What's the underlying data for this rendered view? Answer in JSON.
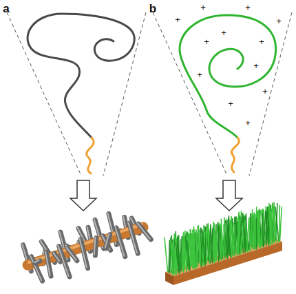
{
  "diagram": {
    "labels": [
      "a",
      "b",
      "+",
      "+",
      "+",
      "+",
      "+",
      "+",
      "+",
      "+",
      "+",
      "+",
      "+",
      "+"
    ]
  }
}
